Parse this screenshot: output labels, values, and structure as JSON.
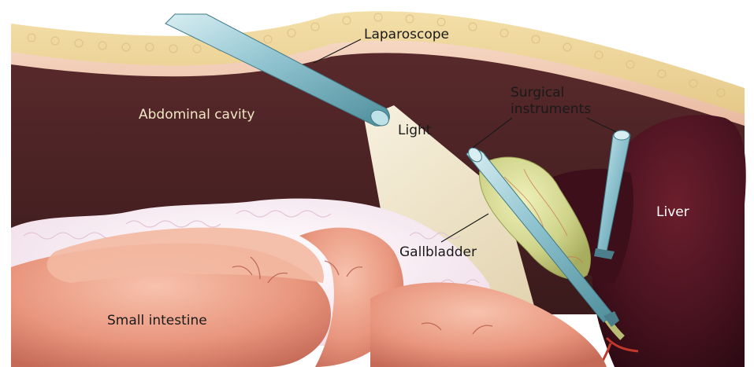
{
  "diagram": {
    "labels": {
      "laparoscope": "Laparoscope",
      "surgical_instruments": "Surgical\ninstruments",
      "abdominal_cavity": "Abdominal cavity",
      "light": "Light",
      "liver": "Liver",
      "gallbladder": "Gallbladder",
      "small_intestine": "Small intestine"
    }
  }
}
